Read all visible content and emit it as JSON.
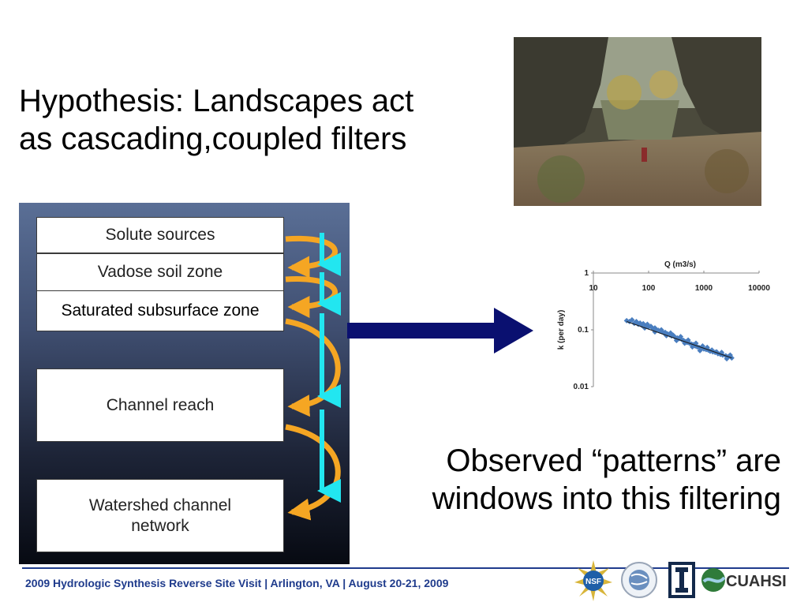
{
  "slide": {
    "title": "Hypothesis: Landscapes act\nas cascading,coupled filters",
    "observed_text": "Observed “patterns” are\nwindows into this filtering",
    "footer": "2009 Hydrologic Synthesis Reverse Site Visit | Arlington, VA | August 20-21, 2009"
  },
  "diagram": {
    "boxes": [
      "Solute sources",
      "Vadose soil zone",
      "Saturated subsurface zone",
      "Channel reach",
      "Watershed channel\nnetwork"
    ],
    "colors": {
      "downflow": "#22e6f0",
      "feedback": "#f5a623",
      "big_arrow": "#0a1070"
    }
  },
  "chart_data": {
    "type": "scatter",
    "xlabel": "Q (m3/s)",
    "ylabel": "k (per day)",
    "x_scale": "log",
    "y_scale": "log",
    "xlim": [
      10,
      10000
    ],
    "ylim": [
      0.01,
      1
    ],
    "x_ticks": [
      "10",
      "100",
      "1000",
      "10000"
    ],
    "y_ticks": [
      "1",
      "0.1",
      "0.01"
    ],
    "series": [
      {
        "marker_color": "#4a7ebf",
        "points": [
          [
            40,
            0.145
          ],
          [
            45,
            0.14
          ],
          [
            50,
            0.15
          ],
          [
            55,
            0.13
          ],
          [
            60,
            0.14
          ],
          [
            65,
            0.125
          ],
          [
            70,
            0.132
          ],
          [
            75,
            0.12
          ],
          [
            80,
            0.128
          ],
          [
            90,
            0.118
          ],
          [
            100,
            0.112
          ],
          [
            110,
            0.115
          ],
          [
            120,
            0.105
          ],
          [
            130,
            0.108
          ],
          [
            140,
            0.1
          ],
          [
            150,
            0.098
          ],
          [
            160,
            0.095
          ],
          [
            175,
            0.092
          ],
          [
            190,
            0.088
          ],
          [
            200,
            0.09
          ],
          [
            220,
            0.085
          ],
          [
            240,
            0.082
          ],
          [
            260,
            0.078
          ],
          [
            280,
            0.08
          ],
          [
            300,
            0.074
          ],
          [
            330,
            0.072
          ],
          [
            360,
            0.07
          ],
          [
            400,
            0.067
          ],
          [
            430,
            0.065
          ],
          [
            470,
            0.062
          ],
          [
            500,
            0.06
          ],
          [
            550,
            0.058
          ],
          [
            600,
            0.056
          ],
          [
            650,
            0.055
          ],
          [
            700,
            0.052
          ],
          [
            760,
            0.05
          ],
          [
            820,
            0.049
          ],
          [
            900,
            0.047
          ],
          [
            1000,
            0.046
          ],
          [
            1100,
            0.045
          ],
          [
            1200,
            0.044
          ],
          [
            1300,
            0.042
          ],
          [
            1450,
            0.041
          ],
          [
            1600,
            0.04
          ],
          [
            1800,
            0.038
          ],
          [
            2000,
            0.037
          ],
          [
            2200,
            0.036
          ],
          [
            2500,
            0.035
          ],
          [
            2800,
            0.034
          ],
          [
            3200,
            0.032
          ],
          [
            85,
            0.108
          ],
          [
            95,
            0.125
          ],
          [
            130,
            0.092
          ],
          [
            170,
            0.1
          ],
          [
            210,
            0.079
          ],
          [
            250,
            0.088
          ],
          [
            320,
            0.065
          ],
          [
            380,
            0.076
          ],
          [
            450,
            0.058
          ],
          [
            520,
            0.066
          ],
          [
            620,
            0.05
          ],
          [
            720,
            0.058
          ],
          [
            850,
            0.043
          ],
          [
            950,
            0.052
          ],
          [
            1150,
            0.049
          ],
          [
            1400,
            0.044
          ],
          [
            1700,
            0.041
          ],
          [
            2100,
            0.04
          ],
          [
            2600,
            0.031
          ],
          [
            3000,
            0.036
          ]
        ]
      }
    ],
    "trendline": [
      [
        40,
        0.14
      ],
      [
        3200,
        0.032
      ]
    ]
  }
}
